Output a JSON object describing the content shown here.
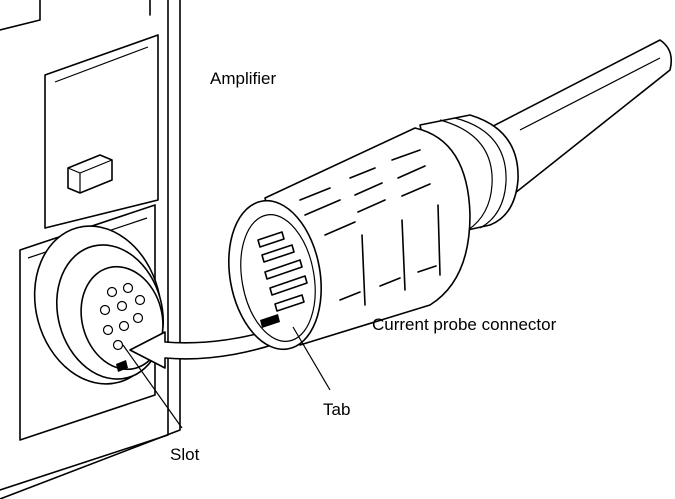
{
  "labels": {
    "amplifier": "Amplifier",
    "current_probe_connector": "Current probe connector",
    "tab": "Tab",
    "slot": "Slot"
  }
}
